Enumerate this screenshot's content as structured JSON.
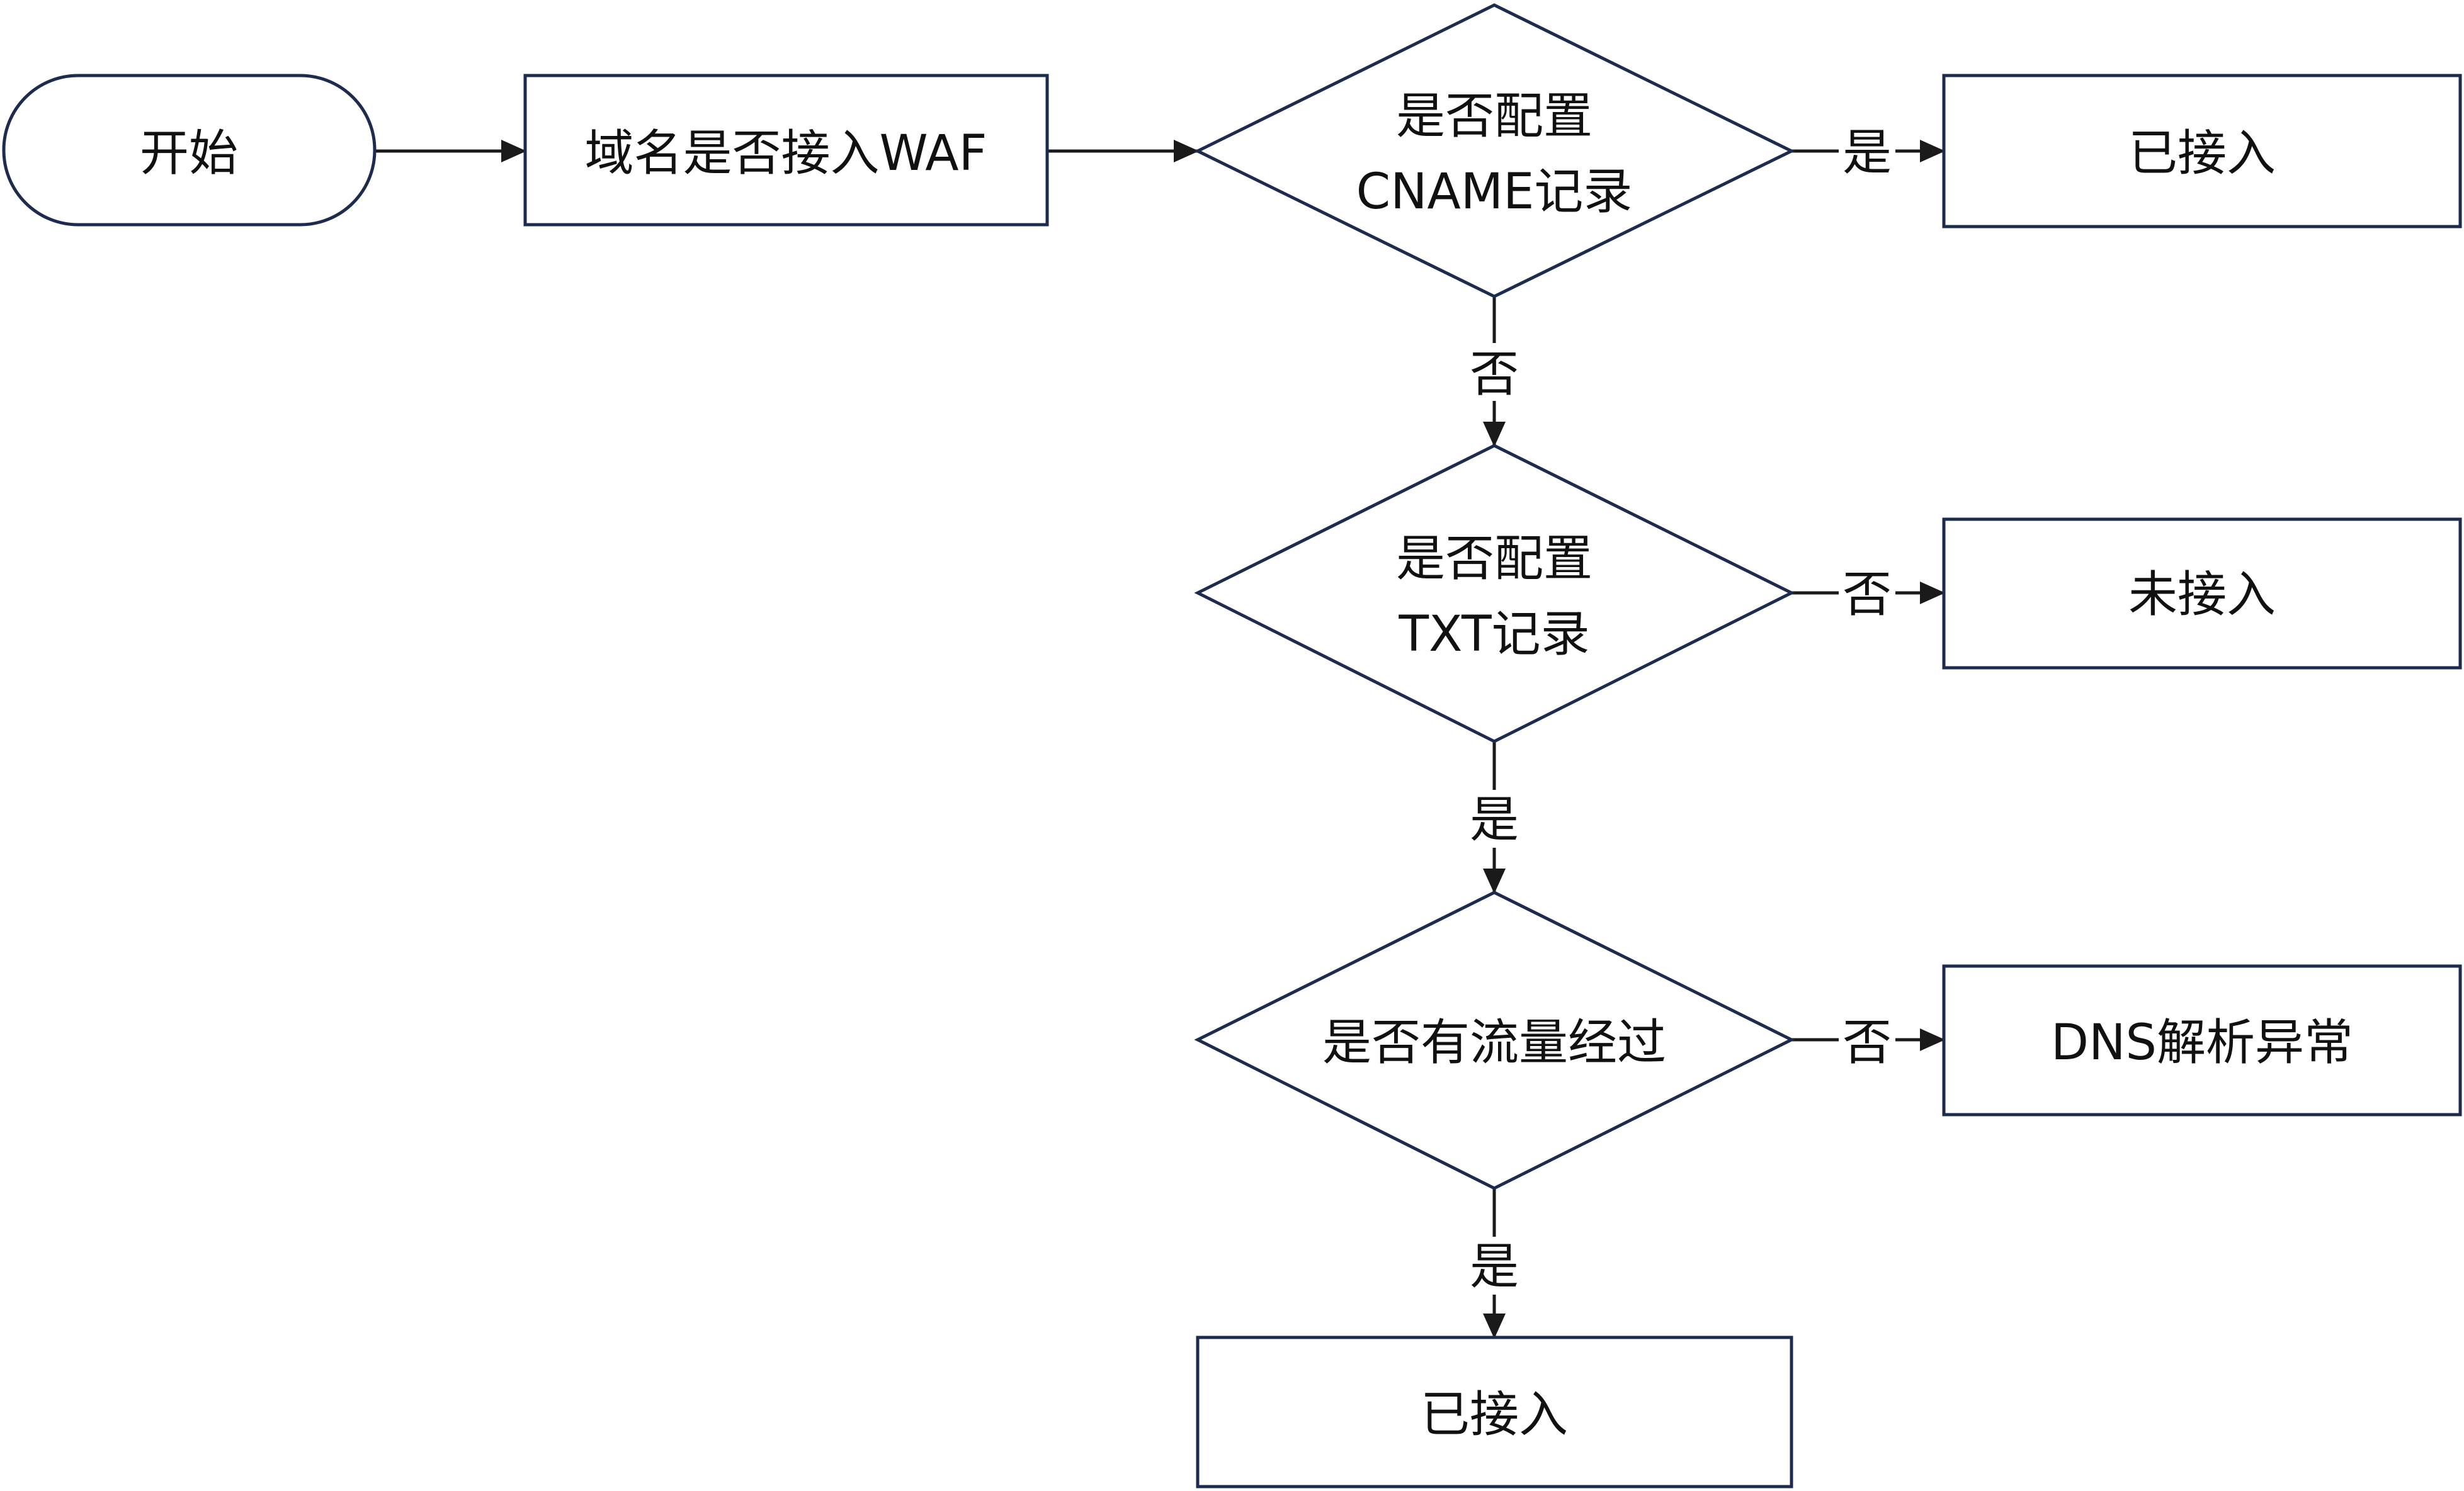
{
  "nodes": {
    "start": {
      "label": "开始"
    },
    "check_waf": {
      "label": "域名是否接入WAF"
    },
    "cname_decision": {
      "line1": "是否配置",
      "line2": "CNAME记录"
    },
    "connected_top": {
      "label": "已接入"
    },
    "txt_decision": {
      "line1": "是否配置",
      "line2": "TXT记录"
    },
    "not_connected": {
      "label": "未接入"
    },
    "traffic_decision": {
      "label": "是否有流量经过"
    },
    "dns_error": {
      "label": "DNS解析异常"
    },
    "connected_bottom": {
      "label": "已接入"
    }
  },
  "edges": {
    "cname_yes": "是",
    "cname_no": "否",
    "txt_no": "否",
    "txt_yes": "是",
    "traffic_no": "否",
    "traffic_yes": "是"
  },
  "colors": {
    "shape_stroke": "#1d2b4f",
    "edge_stroke": "#1a1a1a",
    "text": "#111111"
  }
}
